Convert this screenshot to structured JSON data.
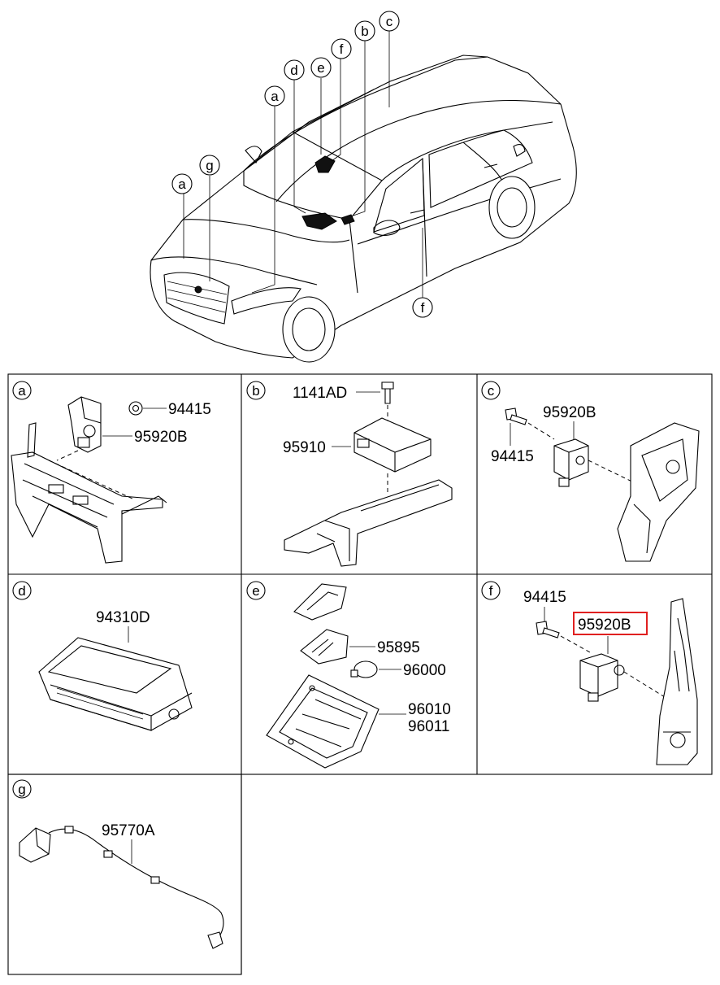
{
  "overview": {
    "callouts": [
      "a",
      "g",
      "a",
      "d",
      "e",
      "f",
      "b",
      "c",
      "f"
    ]
  },
  "panels": {
    "a": {
      "letter": "a",
      "parts": [
        "94415",
        "95920B"
      ]
    },
    "b": {
      "letter": "b",
      "parts": [
        "1141AD",
        "95910"
      ]
    },
    "c": {
      "letter": "c",
      "parts": [
        "95920B",
        "94415"
      ]
    },
    "d": {
      "letter": "d",
      "parts": [
        "94310D"
      ]
    },
    "e": {
      "letter": "e",
      "parts": [
        "95895",
        "96000",
        "96010",
        "96011"
      ]
    },
    "f": {
      "letter": "f",
      "parts": [
        "94415",
        "95920B"
      ],
      "highlighted_part": "95920B",
      "highlight_color": "#e02020"
    },
    "g": {
      "letter": "g",
      "parts": [
        "95770A"
      ]
    }
  }
}
